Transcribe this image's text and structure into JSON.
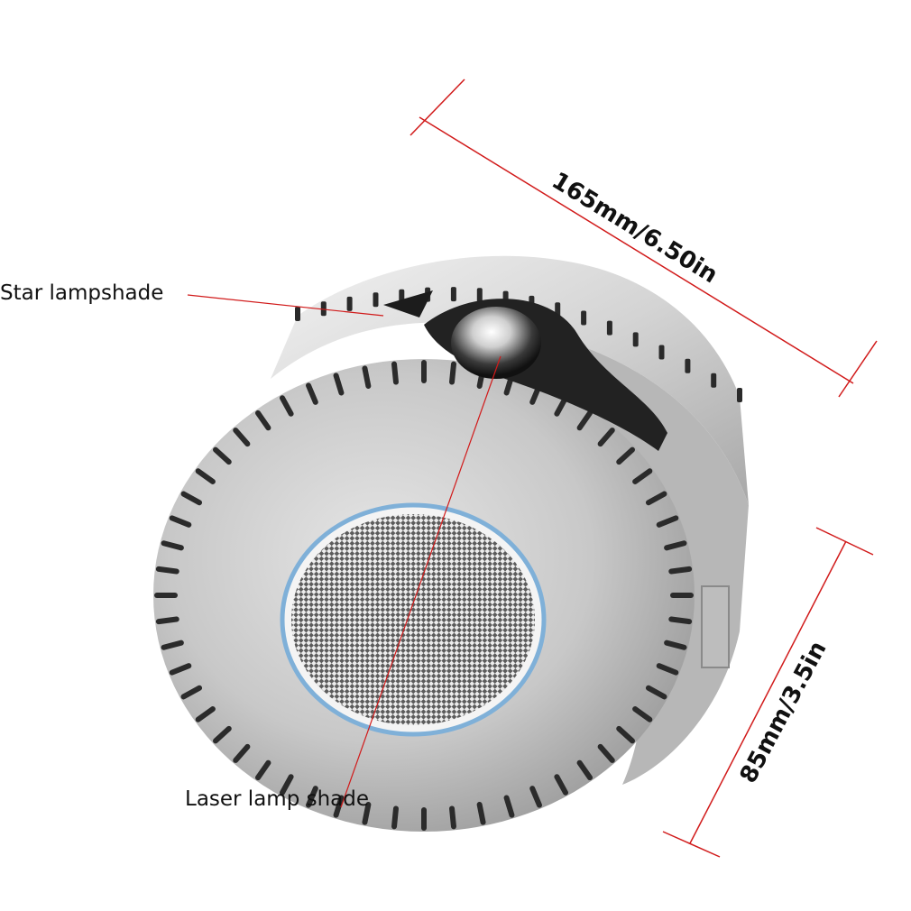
{
  "labels": {
    "star_lampshade": "Star lampshade",
    "laser_lamp_shade": "Laser lamp shade"
  },
  "dimensions": {
    "width_text": "165mm/6.50in",
    "height_text": "85mm/3.5in"
  },
  "colors": {
    "background": "#ffffff",
    "body_metal": "#c4c4c4",
    "dimension_line": "#d11a1a",
    "ring_accent": "#7fb0d8"
  }
}
